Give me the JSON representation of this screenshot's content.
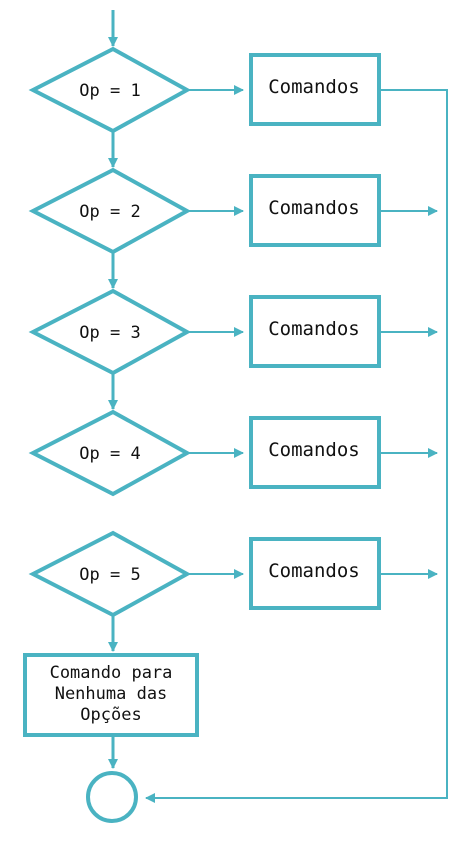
{
  "diagram": {
    "stroke_color": "#4ab3c2",
    "text_color": "#111111",
    "decisions": [
      {
        "label": "Op = 1",
        "command": "Comandos"
      },
      {
        "label": "Op = 2",
        "command": "Comandos"
      },
      {
        "label": "Op = 3",
        "command": "Comandos"
      },
      {
        "label": "Op = 4",
        "command": "Comandos"
      },
      {
        "label": "Op = 5",
        "command": "Comandos"
      }
    ],
    "default_box": {
      "line1": "Comando para",
      "line2": "Nenhuma das",
      "line3": "Opções"
    }
  }
}
